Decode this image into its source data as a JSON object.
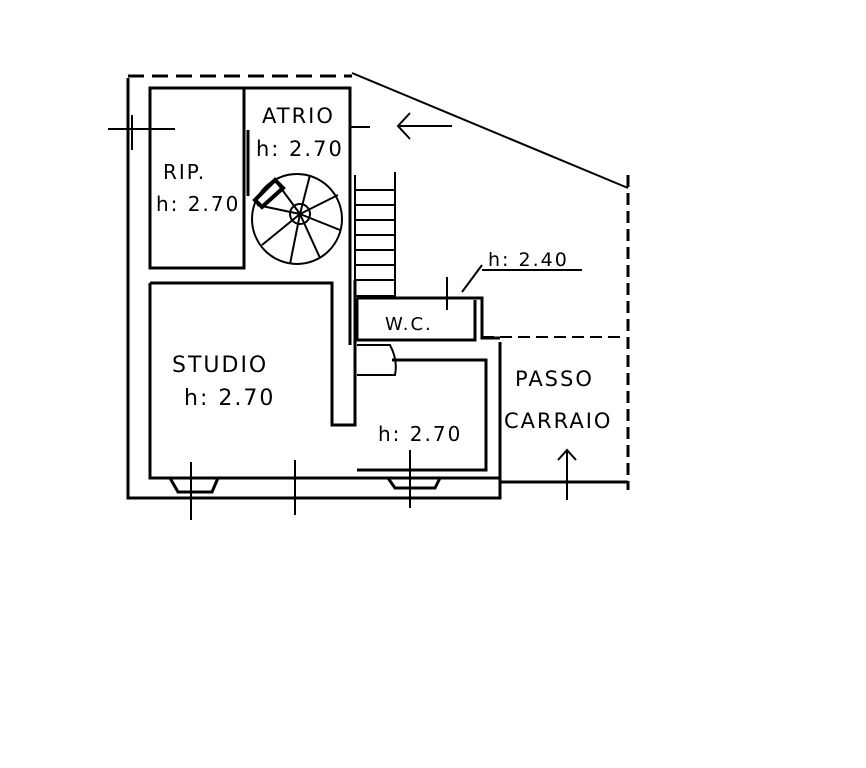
{
  "plan": {
    "rooms": [
      {
        "name": "ATRIO",
        "height": "h: 2.70"
      },
      {
        "name": "RIP.",
        "height": "h: 2.70"
      },
      {
        "name": "STUDIO",
        "height": "h: 2.70"
      },
      {
        "name": "W.C.",
        "height": ""
      },
      {
        "name": "",
        "height": "h: 2.70"
      },
      {
        "name": "PASSO",
        "height": ""
      },
      {
        "name": "CARRAIO",
        "height": ""
      }
    ],
    "wc_height": "h: 2.40"
  }
}
